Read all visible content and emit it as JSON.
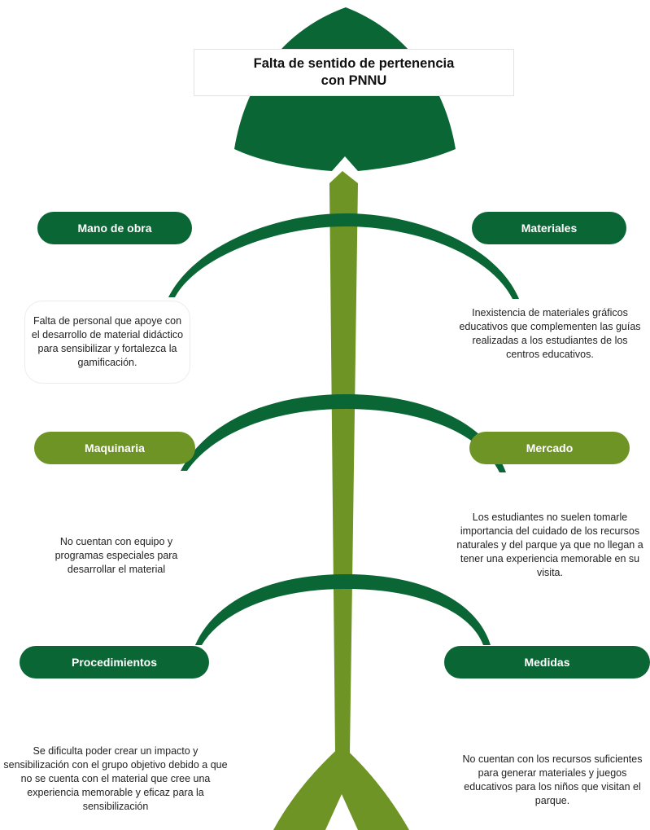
{
  "title": {
    "line1": "Falta de sentido de pertenencia",
    "line2": "con PNNU"
  },
  "colors": {
    "dark_green": "#0a6634",
    "light_green": "#6f9426"
  },
  "causes": [
    {
      "label": "Mano de obra",
      "description": "Falta de personal que apoye con el desarrollo de material didáctico para sensibilizar y fortalezca la gamificación."
    },
    {
      "label": "Materiales",
      "description": "Inexistencia de materiales gráficos educativos que complementen las guías realizadas a los estudiantes de los centros educativos."
    },
    {
      "label": "Maquinaria",
      "description": "No cuentan con equipo y programas especiales para desarrollar el material"
    },
    {
      "label": "Mercado",
      "description": "Los estudiantes no suelen tomarle importancia del cuidado de los recursos naturales y del parque ya que no llegan a tener una experiencia memorable en su visita."
    },
    {
      "label": "Procedimientos",
      "description": "Se dificulta poder crear un impacto y sensibilización con el grupo objetivo debido a que no se cuenta con el material que cree una experiencia memorable y eficaz para la sensibilización"
    },
    {
      "label": "Medidas",
      "description": "No cuentan con los recursos suficientes para generar materiales y juegos educativos para los niños que visitan el parque."
    }
  ]
}
